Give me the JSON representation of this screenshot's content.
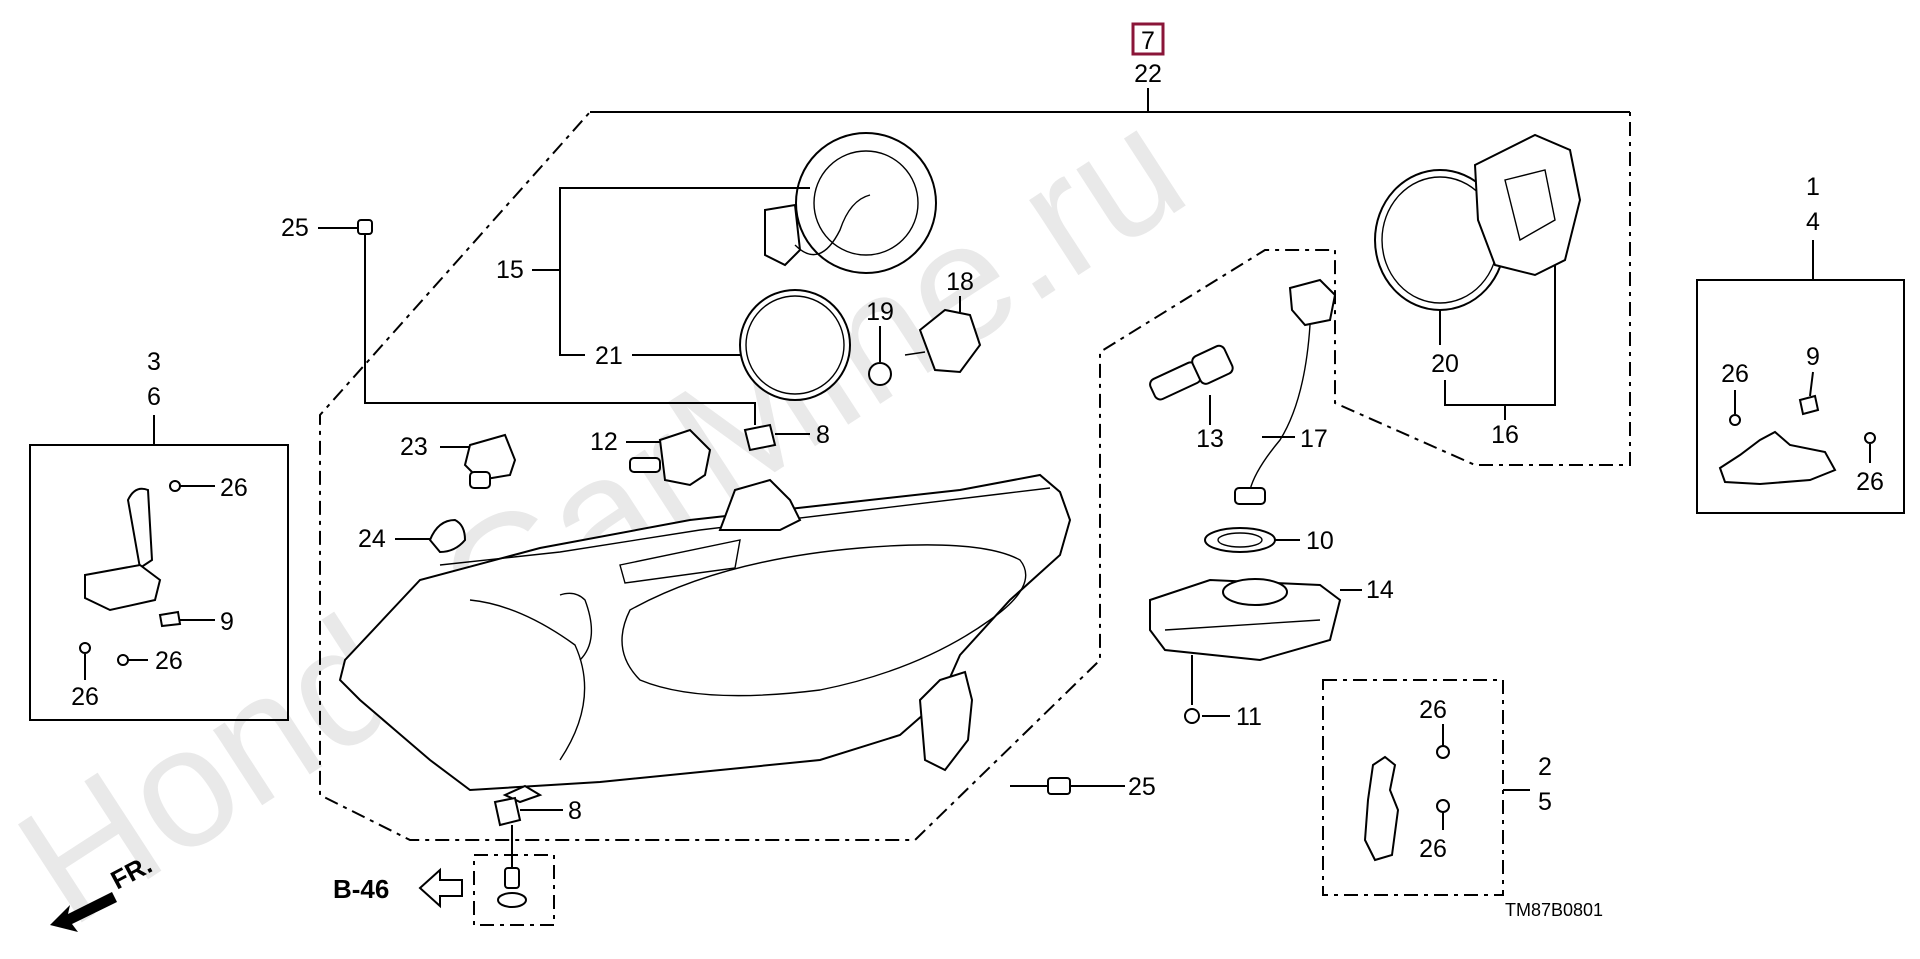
{
  "watermark": "HondaCarMine.ru",
  "diagram_code": "TM87B0801",
  "main_assembly": {
    "highlighted": "7",
    "second": "22"
  },
  "reference": {
    "label": "B-46"
  },
  "direction": {
    "label": "FR."
  },
  "callouts": {
    "c25a": "25",
    "c15": "15",
    "c21": "21",
    "c19": "19",
    "c18": "18",
    "c23": "23",
    "c12": "12",
    "c8a": "8",
    "c24": "24",
    "c13": "13",
    "c17": "17",
    "c10": "10",
    "c14": "14",
    "c11": "11",
    "c20": "20",
    "c16": "16",
    "c25b": "25",
    "c8b": "8",
    "left_group": {
      "a": "3",
      "b": "6",
      "c26a": "26",
      "c9": "9",
      "c26b": "26",
      "c26c": "26"
    },
    "right_group": {
      "a": "1",
      "b": "4",
      "c26a": "26",
      "c9": "9",
      "c26b": "26"
    },
    "bottom_right_group": {
      "c26a": "26",
      "a": "2",
      "b": "5",
      "c26b": "26"
    }
  },
  "colors": {
    "highlight_box": "#8a1538",
    "ink": "#000000",
    "watermark": "#e9e9e9"
  }
}
